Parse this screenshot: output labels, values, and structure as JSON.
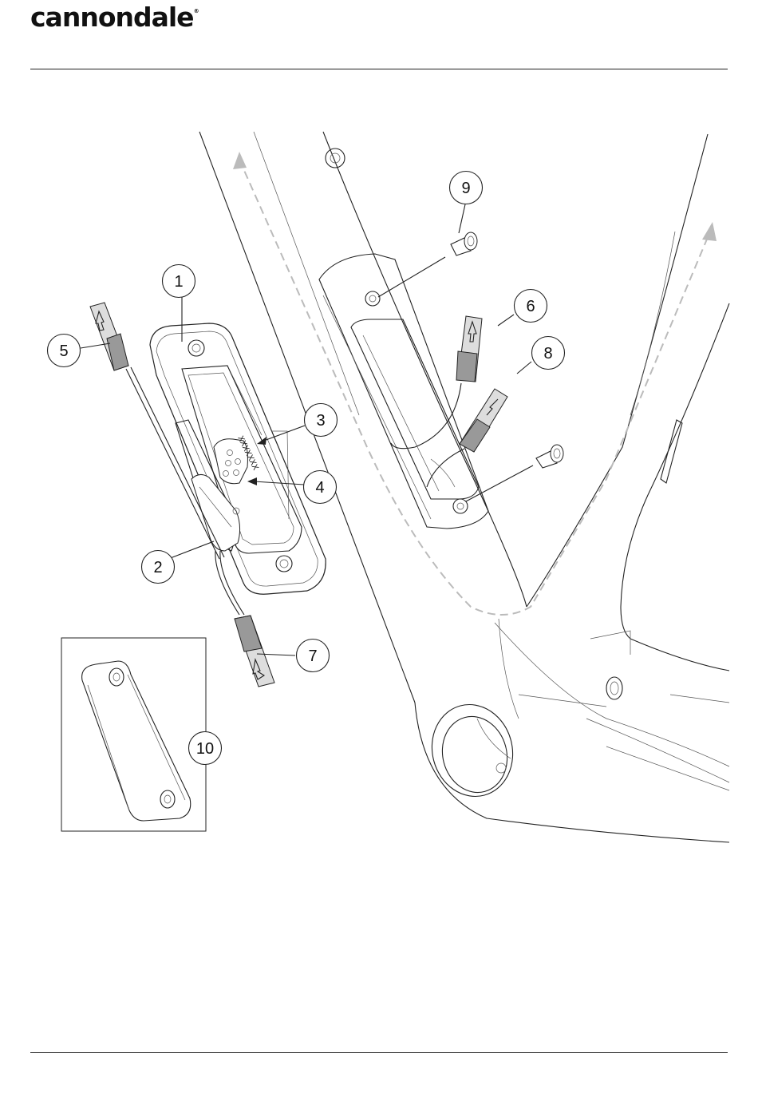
{
  "brand": {
    "logo_text": "cannondale",
    "logo_mark": "®"
  },
  "diagram": {
    "callouts": [
      {
        "id": "1",
        "label": "1"
      },
      {
        "id": "2",
        "label": "2"
      },
      {
        "id": "3",
        "label": "3"
      },
      {
        "id": "4",
        "label": "4"
      },
      {
        "id": "5",
        "label": "5"
      },
      {
        "id": "6",
        "label": "6"
      },
      {
        "id": "7",
        "label": "7"
      },
      {
        "id": "8",
        "label": "8"
      },
      {
        "id": "9",
        "label": "9"
      },
      {
        "id": "10",
        "label": "10"
      }
    ],
    "part_marking": "XXXXXXX"
  }
}
